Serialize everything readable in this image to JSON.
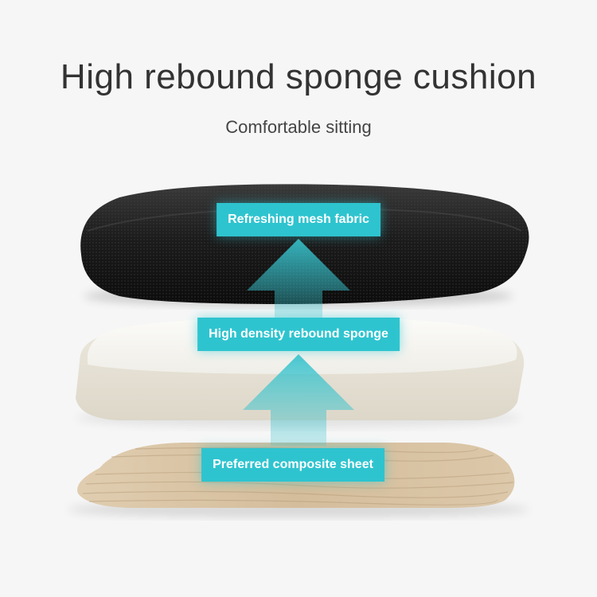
{
  "header": {
    "title": "High rebound sponge cushion",
    "subtitle": "Comfortable sitting"
  },
  "layers": [
    {
      "label": "Refreshing mesh fabric",
      "material": "black mesh fabric"
    },
    {
      "label": "High density rebound sponge",
      "material": "white sponge"
    },
    {
      "label": "Preferred composite sheet",
      "material": "wood-grain board"
    }
  ],
  "colors": {
    "accent": "#2ec4cf",
    "mesh": "#1a1a1a",
    "sponge": "#ebe8df",
    "wood": "#d8c3a4",
    "background": "#f6f6f6"
  }
}
